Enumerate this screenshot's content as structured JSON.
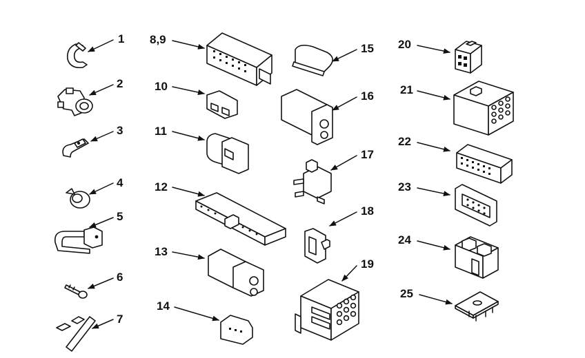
{
  "diagram": {
    "labels": [
      {
        "id": "p1",
        "text": "1"
      },
      {
        "id": "p2",
        "text": "2"
      },
      {
        "id": "p3",
        "text": "3"
      },
      {
        "id": "p4",
        "text": "4"
      },
      {
        "id": "p5",
        "text": "5"
      },
      {
        "id": "p6",
        "text": "6"
      },
      {
        "id": "p7",
        "text": "7"
      },
      {
        "id": "p8_9",
        "text": "8,9"
      },
      {
        "id": "p10",
        "text": "10"
      },
      {
        "id": "p11",
        "text": "11"
      },
      {
        "id": "p12",
        "text": "12"
      },
      {
        "id": "p13",
        "text": "13"
      },
      {
        "id": "p14",
        "text": "14"
      },
      {
        "id": "p15",
        "text": "15"
      },
      {
        "id": "p16",
        "text": "16"
      },
      {
        "id": "p17",
        "text": "17"
      },
      {
        "id": "p18",
        "text": "18"
      },
      {
        "id": "p19",
        "text": "19"
      },
      {
        "id": "p20",
        "text": "20"
      },
      {
        "id": "p21",
        "text": "21"
      },
      {
        "id": "p22",
        "text": "22"
      },
      {
        "id": "p23",
        "text": "23"
      },
      {
        "id": "p24",
        "text": "24"
      },
      {
        "id": "p25",
        "text": "25"
      }
    ]
  }
}
